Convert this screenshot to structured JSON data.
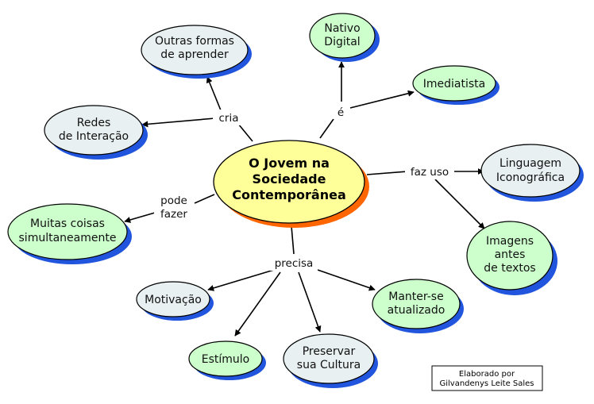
{
  "colors": {
    "center_fill": "#ffff99",
    "center_shadow": "#ff6600",
    "gray_node_fill": "#e8f0f2",
    "green_node_fill": "#ccffcc",
    "node_shadow": "#2255dd",
    "outline": "#000000"
  },
  "center": {
    "lines": [
      "O Jovem na",
      "Sociedade",
      "Contemporânea"
    ]
  },
  "links": {
    "cria": "cria",
    "e": "é",
    "faz_uso": "faz uso",
    "pode_fazer": [
      "pode",
      "fazer"
    ],
    "precisa": "precisa"
  },
  "nodes": {
    "outras_formas": [
      "Outras formas",
      "de aprender"
    ],
    "redes": [
      "Redes",
      "de Interação"
    ],
    "nativo": [
      "Nativo",
      "Digital"
    ],
    "imediatista": [
      "Imediatista"
    ],
    "linguagem": [
      "Linguagem",
      "Iconográfica"
    ],
    "imagens": [
      "Imagens",
      "antes",
      "de textos"
    ],
    "muitas_coisas": [
      "Muitas coisas",
      "simultaneamente"
    ],
    "motivacao": [
      "Motivação"
    ],
    "estimulo": [
      "Estímulo"
    ],
    "preservar": [
      "Preservar",
      "sua Cultura"
    ],
    "manter": [
      "Manter-se",
      "atualizado"
    ]
  },
  "credit": {
    "lines": [
      "Elaborado por",
      "Gilvandenys Leite Sales"
    ]
  }
}
